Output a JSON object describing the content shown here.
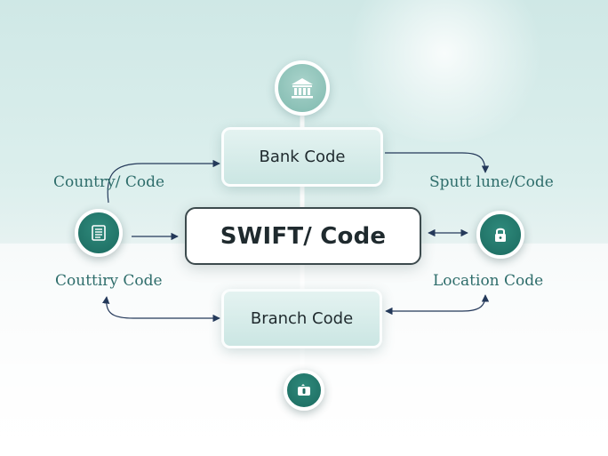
{
  "diagram": {
    "center": {
      "label": "SWIFT/ Code"
    },
    "bank": {
      "label": "Bank Code"
    },
    "branch": {
      "label": "Branch Code"
    },
    "labels": {
      "top_left": "Country/ Code",
      "top_right": "Sputt lune/Code",
      "bottom_left": "Couttiry Code",
      "bottom_right": "Location Code"
    },
    "icons": {
      "top": "bank-icon",
      "left": "document-icon",
      "right": "lock-icon",
      "bottom": "money-icon"
    },
    "colors": {
      "accent_dark": "#1b6a5f",
      "accent_light": "#7fb9ae",
      "label_text": "#2e6d6b",
      "arrow": "#24395a"
    }
  }
}
